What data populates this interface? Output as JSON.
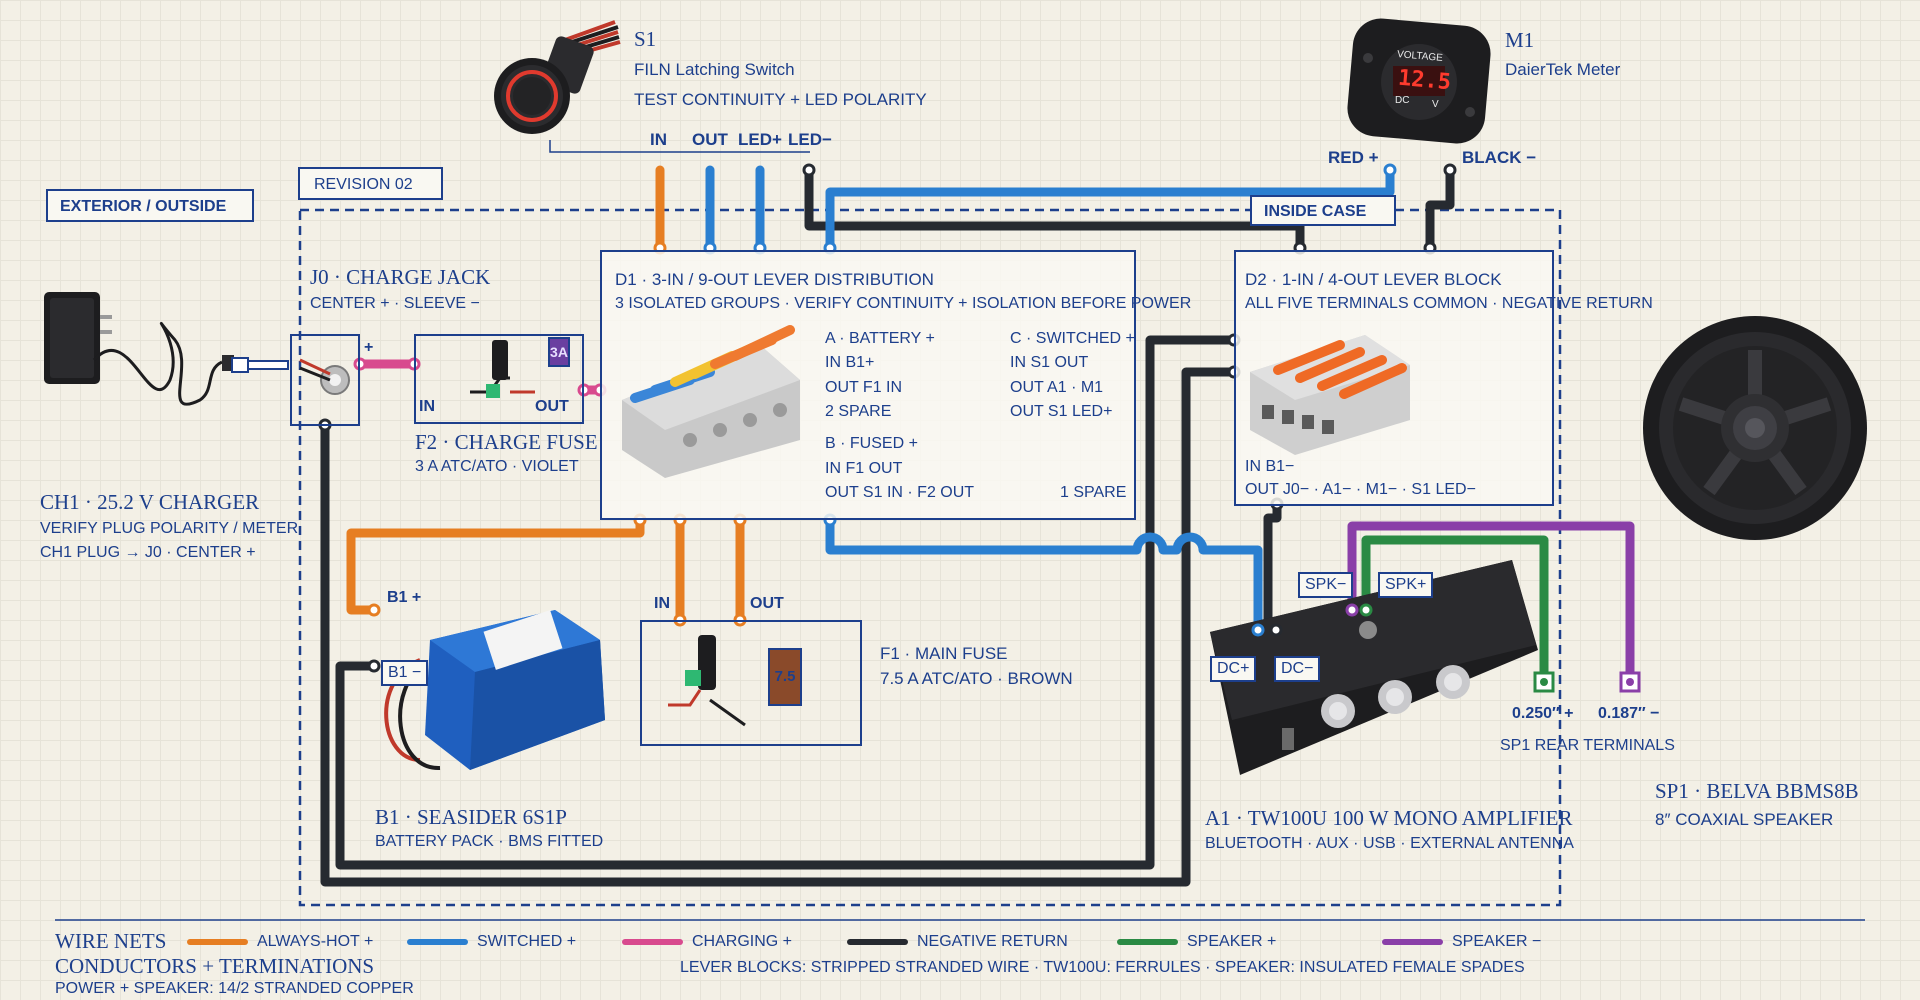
{
  "labels": {
    "exterior": "EXTERIOR / OUTSIDE",
    "revision": "REVISION 02",
    "inside_case": "INSIDE CASE"
  },
  "s1": {
    "id": "S1",
    "name": "FILN Latching Switch",
    "note": "TEST CONTINUITY + LED POLARITY",
    "pins": [
      "IN",
      "OUT",
      "LED+",
      "LED−"
    ]
  },
  "m1": {
    "id": "M1",
    "name": "DaierTek Meter",
    "pin_red": "RED +",
    "pin_black": "BLACK −",
    "display_value": "12.5",
    "display_title": "VOLTAGE",
    "display_dc": "DC",
    "display_v": "V"
  },
  "j0": {
    "title": "J0 · CHARGE JACK",
    "note": "CENTER + · SLEEVE −",
    "plus": "+"
  },
  "f2": {
    "title": "F2 · CHARGE FUSE",
    "note": "3 A ATC/ATO · VIOLET",
    "in": "IN",
    "out": "OUT",
    "rating": "3A",
    "color": "#6a3fa0"
  },
  "ch1": {
    "title": "CH1 · 25.2 V CHARGER",
    "note1": "VERIFY PLUG POLARITY / METER",
    "note2": "CH1 PLUG → J0 · CENTER +"
  },
  "d1": {
    "title": "D1 · 3-IN / 9-OUT LEVER DISTRIBUTION",
    "note": "3 ISOLATED GROUPS · VERIFY CONTINUITY + ISOLATION BEFORE POWER",
    "group_a": [
      "A · BATTERY +",
      "IN B1+",
      "OUT F1 IN",
      "2 SPARE"
    ],
    "group_c": [
      "C · SWITCHED +",
      "IN S1 OUT",
      "OUT A1 · M1",
      "OUT S1 LED+"
    ],
    "group_b": [
      "B · FUSED +",
      "IN F1 OUT",
      "OUT S1 IN · F2 OUT"
    ],
    "spare": "1 SPARE"
  },
  "d2": {
    "title": "D2 · 1-IN / 4-OUT LEVER BLOCK",
    "note": "ALL FIVE TERMINALS COMMON · NEGATIVE RETURN",
    "in": "IN B1−",
    "out": "OUT J0− · A1− · M1− · S1 LED−"
  },
  "b1": {
    "plus": "B1 +",
    "minus": "B1 −",
    "title": "B1 · SEASIDER 6S1P",
    "note": "BATTERY PACK · BMS FITTED"
  },
  "f1": {
    "in": "IN",
    "out": "OUT",
    "title": "F1 · MAIN FUSE",
    "note": "7.5 A ATC/ATO · BROWN",
    "rating": "7.5",
    "color": "#8a4a2a"
  },
  "a1": {
    "spk_minus": "SPK−",
    "spk_plus": "SPK+",
    "dc_plus": "DC+",
    "dc_minus": "DC−",
    "title": "A1 · TW100U 100 W MONO AMPLIFIER",
    "note": "BLUETOOTH · AUX · USB · EXTERNAL ANTENNA"
  },
  "sp1": {
    "term_plus": "0.250″ +",
    "term_minus": "0.187″ −",
    "rear": "SP1 REAR TERMINALS",
    "title": "SP1 · BELVA BBMS8B",
    "note": "8″ COAXIAL SPEAKER"
  },
  "legend": {
    "title": "WIRE NETS",
    "items": [
      {
        "label": "ALWAYS-HOT +",
        "color": "#e67e22"
      },
      {
        "label": "SWITCHED +",
        "color": "#2a7fd0"
      },
      {
        "label": "CHARGING +",
        "color": "#d84a8e"
      },
      {
        "label": "NEGATIVE RETURN",
        "color": "#262a30"
      },
      {
        "label": "SPEAKER +",
        "color": "#2a8a44"
      },
      {
        "label": "SPEAKER −",
        "color": "#8a3fa8"
      }
    ],
    "conductors_title": "CONDUCTORS + TERMINATIONS",
    "conductors_note": "POWER + SPEAKER: 14/2 STRANDED COPPER",
    "terminations_note": "LEVER BLOCKS: STRIPPED STRANDED WIRE · TW100U: FERRULES · SPEAKER: INSULATED FEMALE SPADES"
  },
  "colors": {
    "ink": "#1d3f8c",
    "always_hot": "#e67e22",
    "switched": "#2a7fd0",
    "charging": "#d84a8e",
    "negative": "#262a30",
    "speaker_plus": "#2a8a44",
    "speaker_minus": "#8a3fa8"
  }
}
